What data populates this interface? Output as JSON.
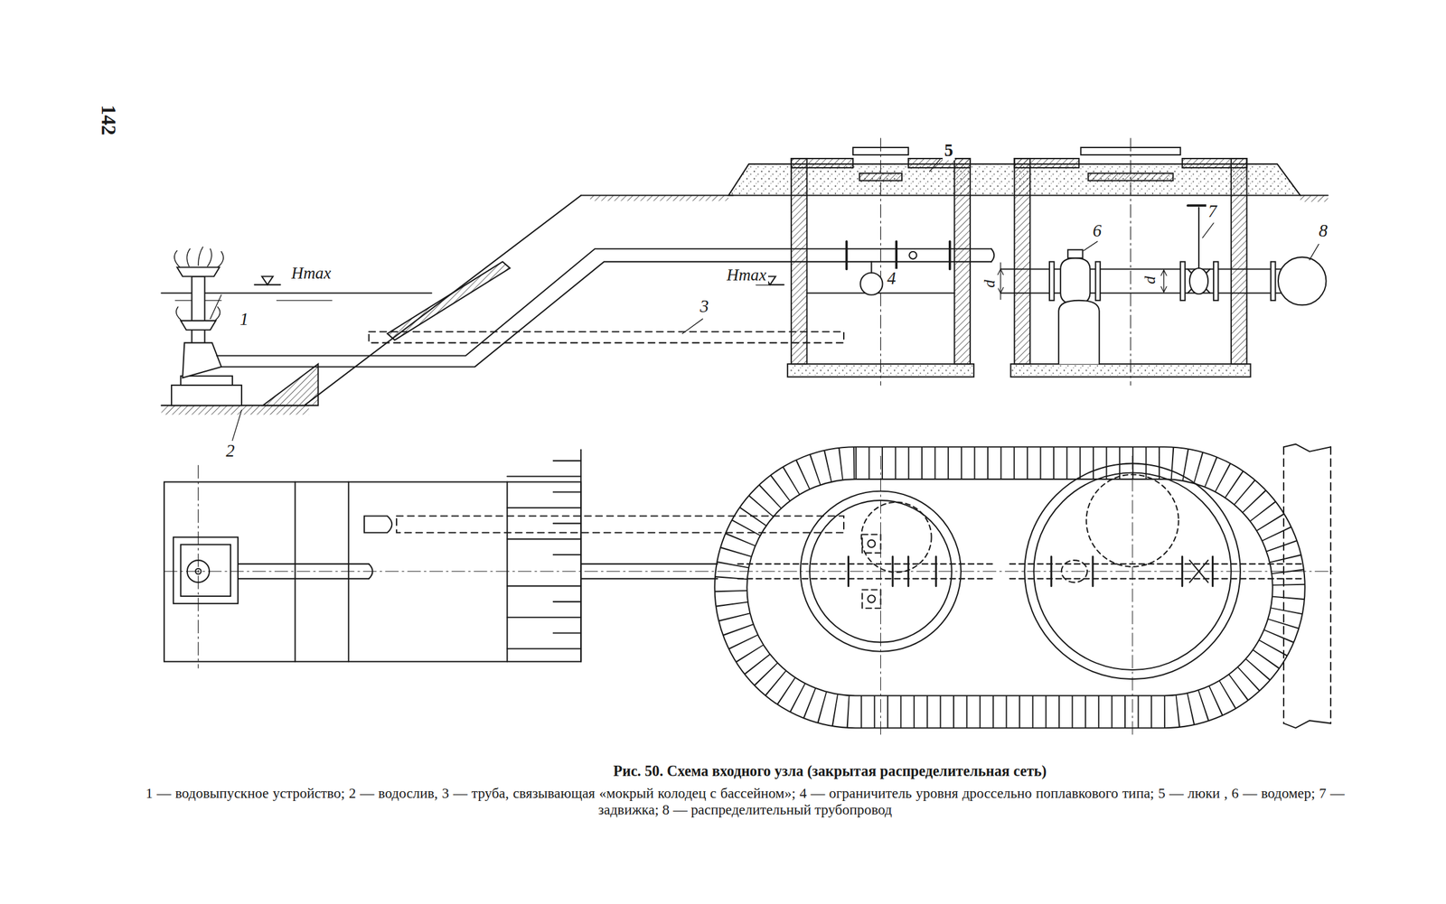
{
  "diagram": {
    "title": "Рис. 50. Схема входного узла (закрытая распределительная сеть)",
    "caption": "1 — водовыпускное устройство; 2 — водослив, 3 — труба, связывающая «мокрый колодец с бассейном»; 4 — ограничитель уровня дроссельно поплавкового типа; 5 — люки , 6 — водомер; 7 — задвижка; 8 — распределительный трубопровод",
    "labels": [
      "142",
      "Hmax",
      "1",
      "2",
      "3",
      "Hmax",
      "4",
      "5",
      "6",
      "7",
      "8",
      "d",
      "d"
    ]
  }
}
